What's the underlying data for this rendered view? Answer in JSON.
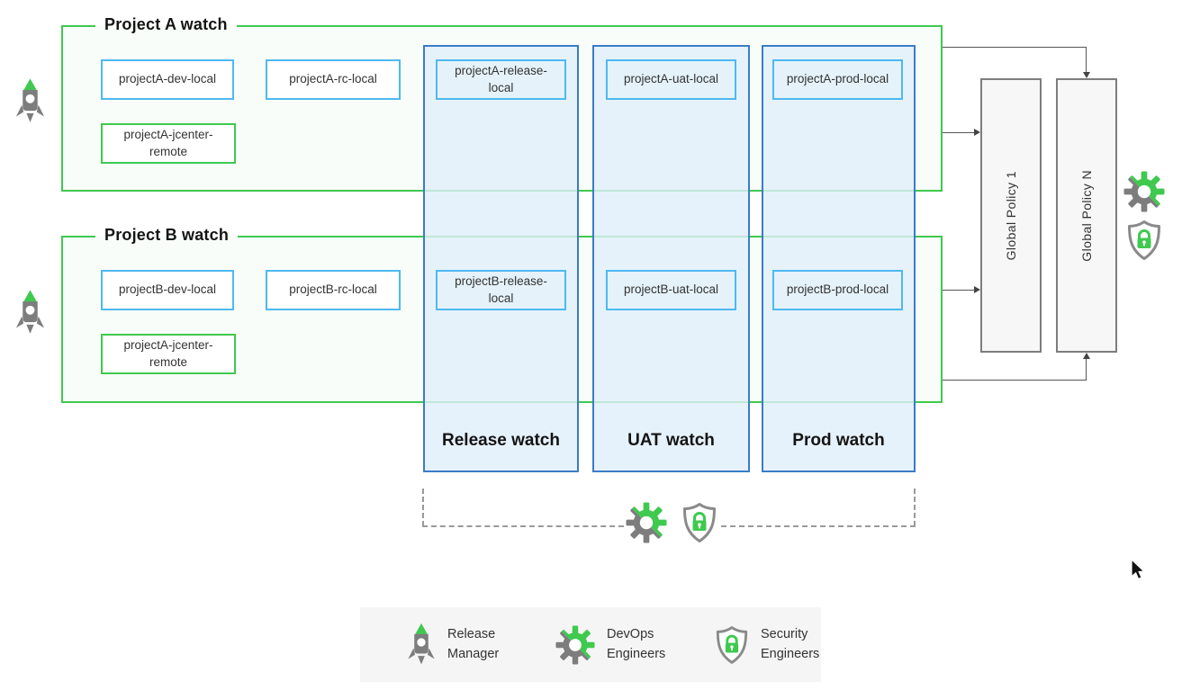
{
  "watches": {
    "projectA": {
      "title": "Project A watch",
      "repos": [
        {
          "label": "projectA-dev-local"
        },
        {
          "label": "projectA-rc-local"
        },
        {
          "label": "projectA-jcenter-remote"
        }
      ]
    },
    "projectB": {
      "title": "Project B watch",
      "repos": [
        {
          "label": "projectB-dev-local"
        },
        {
          "label": "projectB-rc-local"
        },
        {
          "label": "projectA-jcenter-remote"
        }
      ]
    },
    "release": {
      "title": "Release watch",
      "repos": [
        {
          "label": "projectA-release-local"
        },
        {
          "label": "projectB-release-local"
        }
      ]
    },
    "uat": {
      "title": "UAT watch",
      "repos": [
        {
          "label": "projectA-uat-local"
        },
        {
          "label": "projectB-uat-local"
        }
      ]
    },
    "prod": {
      "title": "Prod watch",
      "repos": [
        {
          "label": "projectA-prod-local"
        },
        {
          "label": "projectB-prod-local"
        }
      ]
    }
  },
  "policies": [
    {
      "label": "Global Policy 1"
    },
    {
      "label": "Global Policy N"
    }
  ],
  "legend": {
    "items": [
      {
        "icon": "rocket-icon",
        "label": "Release Manager"
      },
      {
        "icon": "gear-icon",
        "label": "DevOps Engineers"
      },
      {
        "icon": "shield-lock-icon",
        "label": "Security Engineers"
      }
    ]
  },
  "colors": {
    "green": "#3fc94f",
    "green_fill": "#f9fdf9",
    "repo_border_blue": "#4eb9f1",
    "column_border_blue": "#3a7cc9",
    "column_fill_blue": "#e4effa",
    "policy_gray": "#7d7d7d",
    "icon_gray": "#7d7d7d",
    "legend_bg": "#f5f5f5"
  }
}
